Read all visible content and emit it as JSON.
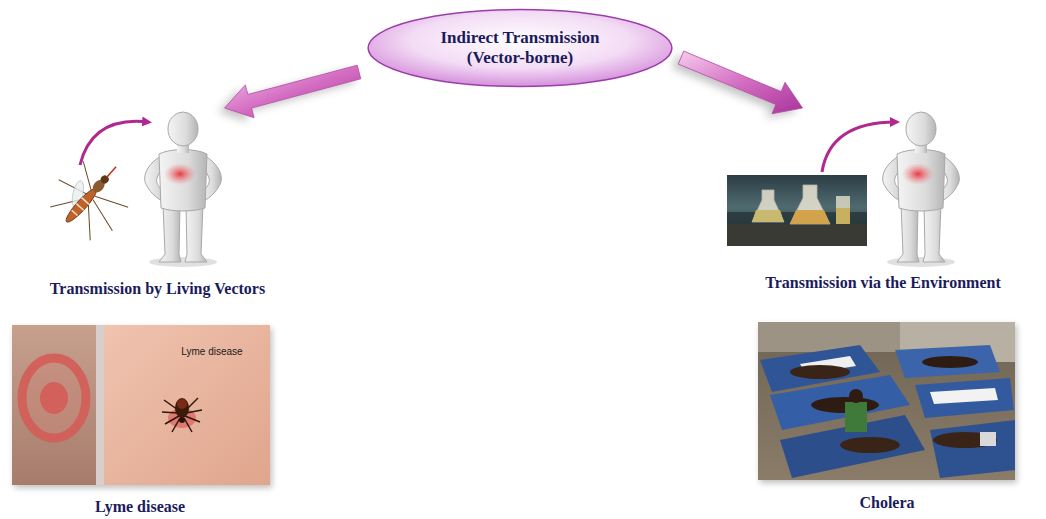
{
  "diagram": {
    "nodes": [
      {
        "text": [
          "Indirect Transmission (Vector-borne)"
        ]
      },
      {
        "text": [
          "Transmission by Living Vectors"
        ]
      },
      {
        "text": [
          "Transmission via the Environment"
        ]
      }
    ],
    "edges": [
      {
        "from": 0,
        "to": 1,
        "arrow": "to"
      },
      {
        "from": 0,
        "to": 2,
        "arrow": "to"
      }
    ],
    "labels": [
      "Lyme disease",
      "Lyme disease",
      "Cholera"
    ]
  }
}
